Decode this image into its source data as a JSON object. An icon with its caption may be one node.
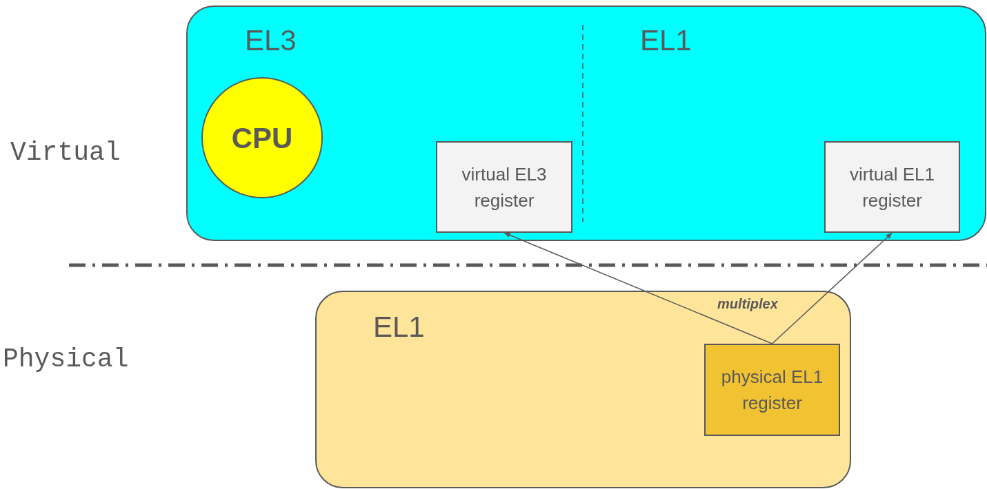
{
  "diagram": {
    "nodes": [
      {
        "text": [
          "EL3",
          "EL1"
        ]
      },
      {
        "text": [
          "CPU"
        ],
        "in": 0
      },
      {
        "text": [
          "virtual EL3 register"
        ],
        "in": 0
      },
      {
        "text": [
          "virtual EL1 register"
        ],
        "in": 0
      },
      {
        "text": [
          "EL1"
        ]
      },
      {
        "text": [
          "physical EL1 register"
        ],
        "in": 4
      }
    ],
    "edges": [
      {
        "from": 5,
        "to": 2,
        "arrow": "to"
      },
      {
        "from": 5,
        "to": 3,
        "arrow": "to"
      }
    ],
    "labels": [
      "Virtual",
      "Physical",
      "multiplex"
    ]
  }
}
